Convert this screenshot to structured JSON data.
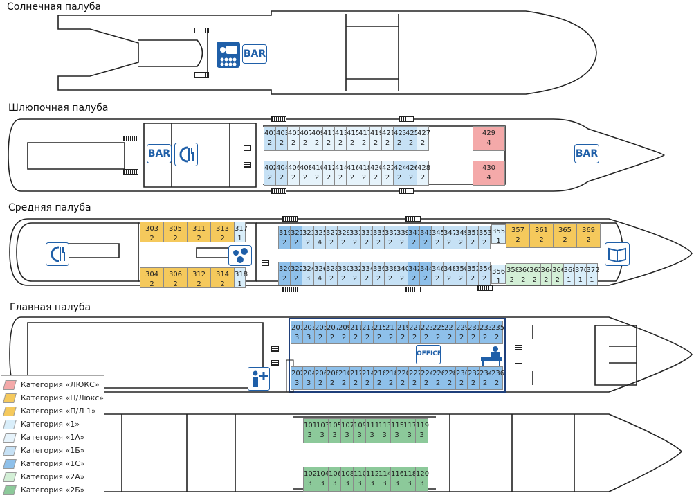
{
  "decks": [
    {
      "title": "Солнечная палуба"
    },
    {
      "title": "Шлюпочная палуба"
    },
    {
      "title": "Средняя палуба"
    },
    {
      "title": "Главная палуба"
    }
  ],
  "icons": {
    "bar_label": "BAR",
    "office_label": "OFFICE"
  },
  "colors": {
    "lux": "#f4a9a9",
    "pl": "#f5c95c",
    "c1": "#d9eefa",
    "c1a": "#e6f3fb",
    "c1b": "#c6e1f5",
    "c1c": "#8ec0ea",
    "c2a": "#d3efd6",
    "c2b": "#8cc99a"
  },
  "legend": [
    {
      "label": "Категория «ЛЮКС»",
      "color": "#f4a9a9"
    },
    {
      "label": "Категория «П/Люкс»",
      "color": "#f5c95c"
    },
    {
      "label": "Категория «П/Л 1»",
      "color": "#f5c95c"
    },
    {
      "label": "Категория «1»",
      "color": "#d9eefa"
    },
    {
      "label": "Категория «1А»",
      "color": "#e6f3fb"
    },
    {
      "label": "Категория «1Б»",
      "color": "#c6e1f5"
    },
    {
      "label": "Категория «1С»",
      "color": "#8ec0ea"
    },
    {
      "label": "Категория «2А»",
      "color": "#d3efd6"
    },
    {
      "label": "Категория «2Б»",
      "color": "#8cc99a"
    }
  ],
  "cabins": {
    "boat_top": [
      {
        "n": "401",
        "b": "2",
        "c": "c1b"
      },
      {
        "n": "403",
        "b": "2",
        "c": "c1b"
      },
      {
        "n": "405",
        "b": "2",
        "c": "c1a"
      },
      {
        "n": "407",
        "b": "2",
        "c": "c1a"
      },
      {
        "n": "409",
        "b": "2",
        "c": "c1a"
      },
      {
        "n": "411",
        "b": "2",
        "c": "c1a"
      },
      {
        "n": "413",
        "b": "2",
        "c": "c1a"
      },
      {
        "n": "415",
        "b": "2",
        "c": "c1a"
      },
      {
        "n": "417",
        "b": "2",
        "c": "c1a"
      },
      {
        "n": "419",
        "b": "2",
        "c": "c1a"
      },
      {
        "n": "421",
        "b": "2",
        "c": "c1a"
      },
      {
        "n": "423",
        "b": "2",
        "c": "c1b"
      },
      {
        "n": "425",
        "b": "2",
        "c": "c1b"
      },
      {
        "n": "427",
        "b": "2",
        "c": "c1a"
      }
    ],
    "boat_bottom": [
      {
        "n": "402",
        "b": "2",
        "c": "c1b"
      },
      {
        "n": "404",
        "b": "2",
        "c": "c1b"
      },
      {
        "n": "406",
        "b": "2",
        "c": "c1a"
      },
      {
        "n": "408",
        "b": "2",
        "c": "c1a"
      },
      {
        "n": "410",
        "b": "2",
        "c": "c1a"
      },
      {
        "n": "412",
        "b": "2",
        "c": "c1a"
      },
      {
        "n": "414",
        "b": "2",
        "c": "c1a"
      },
      {
        "n": "416",
        "b": "2",
        "c": "c1a"
      },
      {
        "n": "418",
        "b": "2",
        "c": "c1a"
      },
      {
        "n": "420",
        "b": "2",
        "c": "c1a"
      },
      {
        "n": "422",
        "b": "2",
        "c": "c1a"
      },
      {
        "n": "424",
        "b": "2",
        "c": "c1b"
      },
      {
        "n": "426",
        "b": "2",
        "c": "c1b"
      },
      {
        "n": "428",
        "b": "2",
        "c": "c1a"
      }
    ],
    "boat_lux": [
      {
        "n": "429",
        "b": "4",
        "c": "lux"
      },
      {
        "n": "430",
        "b": "4",
        "c": "lux"
      }
    ],
    "mid_pl_top": [
      {
        "n": "303",
        "b": "2",
        "c": "pl"
      },
      {
        "n": "305",
        "b": "2",
        "c": "pl"
      },
      {
        "n": "311",
        "b": "2",
        "c": "pl"
      },
      {
        "n": "313",
        "b": "2",
        "c": "pl"
      }
    ],
    "mid_pl_bottom": [
      {
        "n": "304",
        "b": "2",
        "c": "pl"
      },
      {
        "n": "306",
        "b": "2",
        "c": "pl"
      },
      {
        "n": "312",
        "b": "2",
        "c": "pl"
      },
      {
        "n": "314",
        "b": "2",
        "c": "pl"
      }
    ],
    "mid_small": [
      {
        "n": "317",
        "b": "1",
        "c": "c1"
      },
      {
        "n": "318",
        "b": "1",
        "c": "c1"
      }
    ],
    "mid_top": [
      {
        "n": "319",
        "b": "2",
        "c": "c1c"
      },
      {
        "n": "321",
        "b": "2",
        "c": "c1c"
      },
      {
        "n": "323",
        "b": "2",
        "c": "c1b"
      },
      {
        "n": "325",
        "b": "4",
        "c": "c1b"
      },
      {
        "n": "327",
        "b": "2",
        "c": "c1b"
      },
      {
        "n": "329",
        "b": "2",
        "c": "c1b"
      },
      {
        "n": "331",
        "b": "2",
        "c": "c1b"
      },
      {
        "n": "333",
        "b": "2",
        "c": "c1b"
      },
      {
        "n": "335",
        "b": "2",
        "c": "c1b"
      },
      {
        "n": "337",
        "b": "2",
        "c": "c1b"
      },
      {
        "n": "339",
        "b": "2",
        "c": "c1b"
      },
      {
        "n": "341",
        "b": "2",
        "c": "c1c"
      },
      {
        "n": "343",
        "b": "2",
        "c": "c1c"
      },
      {
        "n": "345",
        "b": "2",
        "c": "c1b"
      },
      {
        "n": "347",
        "b": "2",
        "c": "c1b"
      },
      {
        "n": "349",
        "b": "2",
        "c": "c1b"
      },
      {
        "n": "351",
        "b": "2",
        "c": "c1b"
      },
      {
        "n": "353",
        "b": "2",
        "c": "c1b"
      }
    ],
    "mid_bottom": [
      {
        "n": "320",
        "b": "2",
        "c": "c1c"
      },
      {
        "n": "322",
        "b": "2",
        "c": "c1c"
      },
      {
        "n": "324",
        "b": "3",
        "c": "c1b"
      },
      {
        "n": "326",
        "b": "4",
        "c": "c1b"
      },
      {
        "n": "328",
        "b": "2",
        "c": "c1b"
      },
      {
        "n": "330",
        "b": "2",
        "c": "c1b"
      },
      {
        "n": "332",
        "b": "2",
        "c": "c1b"
      },
      {
        "n": "334",
        "b": "2",
        "c": "c1b"
      },
      {
        "n": "336",
        "b": "2",
        "c": "c1b"
      },
      {
        "n": "338",
        "b": "2",
        "c": "c1b"
      },
      {
        "n": "340",
        "b": "2",
        "c": "c1b"
      },
      {
        "n": "342",
        "b": "2",
        "c": "c1c"
      },
      {
        "n": "344",
        "b": "2",
        "c": "c1c"
      },
      {
        "n": "346",
        "b": "2",
        "c": "c1b"
      },
      {
        "n": "348",
        "b": "2",
        "c": "c1b"
      },
      {
        "n": "350",
        "b": "2",
        "c": "c1b"
      },
      {
        "n": "352",
        "b": "2",
        "c": "c1b"
      },
      {
        "n": "354",
        "b": "2",
        "c": "c1b"
      }
    ],
    "mid_single": [
      {
        "n": "355",
        "b": "1",
        "c": "c1"
      },
      {
        "n": "356",
        "b": "1",
        "c": "c1"
      }
    ],
    "mid_fwd_top": [
      {
        "n": "357",
        "b": "2",
        "c": "pl"
      },
      {
        "n": "361",
        "b": "2",
        "c": "pl"
      },
      {
        "n": "365",
        "b": "2",
        "c": "pl"
      },
      {
        "n": "369",
        "b": "2",
        "c": "pl"
      }
    ],
    "mid_fwd_bottom": [
      {
        "n": "358",
        "b": "2",
        "c": "c2a"
      },
      {
        "n": "360",
        "b": "2",
        "c": "c2a"
      },
      {
        "n": "362",
        "b": "2",
        "c": "c2a"
      },
      {
        "n": "364",
        "b": "2",
        "c": "c2a"
      },
      {
        "n": "366",
        "b": "2",
        "c": "c2a"
      },
      {
        "n": "368",
        "b": "1",
        "c": "c1"
      },
      {
        "n": "370",
        "b": "1",
        "c": "c1"
      },
      {
        "n": "372",
        "b": "1",
        "c": "c1"
      }
    ],
    "main_top": [
      {
        "n": "201",
        "b": "3",
        "c": "c1c"
      },
      {
        "n": "203",
        "b": "3",
        "c": "c1c"
      },
      {
        "n": "205",
        "b": "2",
        "c": "c1c"
      },
      {
        "n": "207",
        "b": "2",
        "c": "c1c"
      },
      {
        "n": "209",
        "b": "2",
        "c": "c1c"
      },
      {
        "n": "211",
        "b": "2",
        "c": "c1c"
      },
      {
        "n": "213",
        "b": "2",
        "c": "c1c"
      },
      {
        "n": "215",
        "b": "2",
        "c": "c1c"
      },
      {
        "n": "217",
        "b": "2",
        "c": "c1c"
      },
      {
        "n": "219",
        "b": "2",
        "c": "c1c"
      },
      {
        "n": "221",
        "b": "2",
        "c": "c1c"
      },
      {
        "n": "223",
        "b": "2",
        "c": "c1c"
      },
      {
        "n": "225",
        "b": "2",
        "c": "c1c"
      },
      {
        "n": "227",
        "b": "2",
        "c": "c1c"
      },
      {
        "n": "229",
        "b": "2",
        "c": "c1c"
      },
      {
        "n": "231",
        "b": "2",
        "c": "c1c"
      },
      {
        "n": "233",
        "b": "2",
        "c": "c1c"
      },
      {
        "n": "235",
        "b": "2",
        "c": "c1c"
      }
    ],
    "main_bottom": [
      {
        "n": "202",
        "b": "3",
        "c": "c1c"
      },
      {
        "n": "204",
        "b": "3",
        "c": "c1c"
      },
      {
        "n": "206",
        "b": "2",
        "c": "c1c"
      },
      {
        "n": "208",
        "b": "2",
        "c": "c1c"
      },
      {
        "n": "210",
        "b": "2",
        "c": "c1c"
      },
      {
        "n": "212",
        "b": "2",
        "c": "c1c"
      },
      {
        "n": "214",
        "b": "2",
        "c": "c1c"
      },
      {
        "n": "216",
        "b": "2",
        "c": "c1c"
      },
      {
        "n": "218",
        "b": "2",
        "c": "c1c"
      },
      {
        "n": "220",
        "b": "2",
        "c": "c1c"
      },
      {
        "n": "222",
        "b": "2",
        "c": "c1c"
      },
      {
        "n": "224",
        "b": "2",
        "c": "c1c"
      },
      {
        "n": "226",
        "b": "2",
        "c": "c1c"
      },
      {
        "n": "228",
        "b": "2",
        "c": "c1c"
      },
      {
        "n": "230",
        "b": "2",
        "c": "c1c"
      },
      {
        "n": "232",
        "b": "2",
        "c": "c1c"
      },
      {
        "n": "234",
        "b": "2",
        "c": "c1c"
      },
      {
        "n": "236",
        "b": "2",
        "c": "c1c"
      }
    ],
    "lower_top": [
      {
        "n": "101",
        "b": "3",
        "c": "c2b"
      },
      {
        "n": "103",
        "b": "3",
        "c": "c2b"
      },
      {
        "n": "105",
        "b": "3",
        "c": "c2b"
      },
      {
        "n": "107",
        "b": "3",
        "c": "c2b"
      },
      {
        "n": "109",
        "b": "3",
        "c": "c2b"
      },
      {
        "n": "111",
        "b": "3",
        "c": "c2b"
      },
      {
        "n": "113",
        "b": "3",
        "c": "c2b"
      },
      {
        "n": "115",
        "b": "3",
        "c": "c2b"
      },
      {
        "n": "117",
        "b": "3",
        "c": "c2b"
      },
      {
        "n": "119",
        "b": "3",
        "c": "c2b"
      }
    ],
    "lower_bottom": [
      {
        "n": "102",
        "b": "3",
        "c": "c2b"
      },
      {
        "n": "104",
        "b": "3",
        "c": "c2b"
      },
      {
        "n": "106",
        "b": "3",
        "c": "c2b"
      },
      {
        "n": "108",
        "b": "3",
        "c": "c2b"
      },
      {
        "n": "110",
        "b": "3",
        "c": "c2b"
      },
      {
        "n": "112",
        "b": "3",
        "c": "c2b"
      },
      {
        "n": "114",
        "b": "3",
        "c": "c2b"
      },
      {
        "n": "116",
        "b": "3",
        "c": "c2b"
      },
      {
        "n": "118",
        "b": "3",
        "c": "c2b"
      },
      {
        "n": "120",
        "b": "3",
        "c": "c2b"
      }
    ]
  }
}
